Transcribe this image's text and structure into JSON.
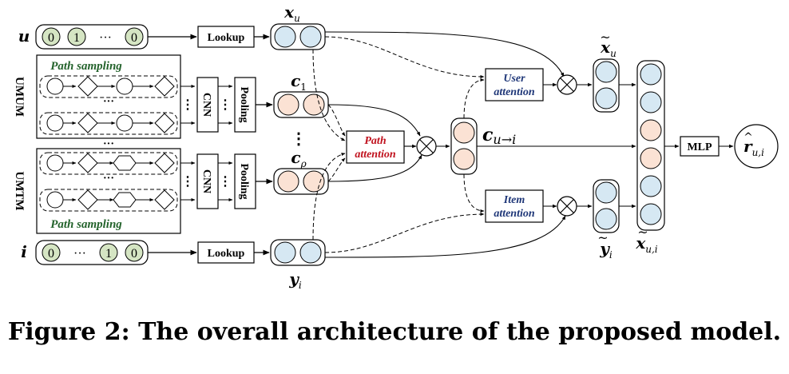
{
  "user_input": {
    "label": "u",
    "values": [
      "0",
      "1",
      "···",
      "0"
    ]
  },
  "item_input": {
    "label": "i",
    "values": [
      "0",
      "···",
      "1",
      "0"
    ]
  },
  "lookup_label": "Lookup",
  "cnn_label": "CNN",
  "pooling_label": "Pooling",
  "mlp_label": "MLP",
  "path_sampling_label": "Path sampling",
  "meta_paths": [
    "UMUM",
    "UMTM"
  ],
  "ellipsis": "···",
  "vdots": "⋮",
  "attention": {
    "path": [
      "Path",
      "attention"
    ],
    "user": [
      "User",
      "attention"
    ],
    "item": [
      "Item",
      "attention"
    ]
  },
  "symbols": {
    "x_u": "x",
    "x_u_sub": "u",
    "c_1": "c",
    "c_1_sub": "1",
    "c_rho": "c",
    "c_rho_sub": "ρ",
    "y_i": "y",
    "y_i_sub": "i",
    "c_ui": "c",
    "c_ui_sub": "u→i",
    "x_tilde_u": "x",
    "x_tilde_u_sub": "u",
    "y_tilde_i": "y",
    "y_tilde_i_sub": "i",
    "x_tilde_ui": "x",
    "x_tilde_ui_sub": "u,i",
    "r_hat": "r",
    "r_hat_sub": "u,i",
    "otimes": "⊗"
  },
  "colors": {
    "input_fill": "#d5e5c3",
    "embed_fill": "#d6e8f3",
    "path_fill": "#fbe2d4",
    "path_attention_text": "#c0121e",
    "attention_text": "#1f3778",
    "path_sampling_text": "#24632c"
  },
  "caption": "Figure 2: The overall architecture of the proposed model."
}
